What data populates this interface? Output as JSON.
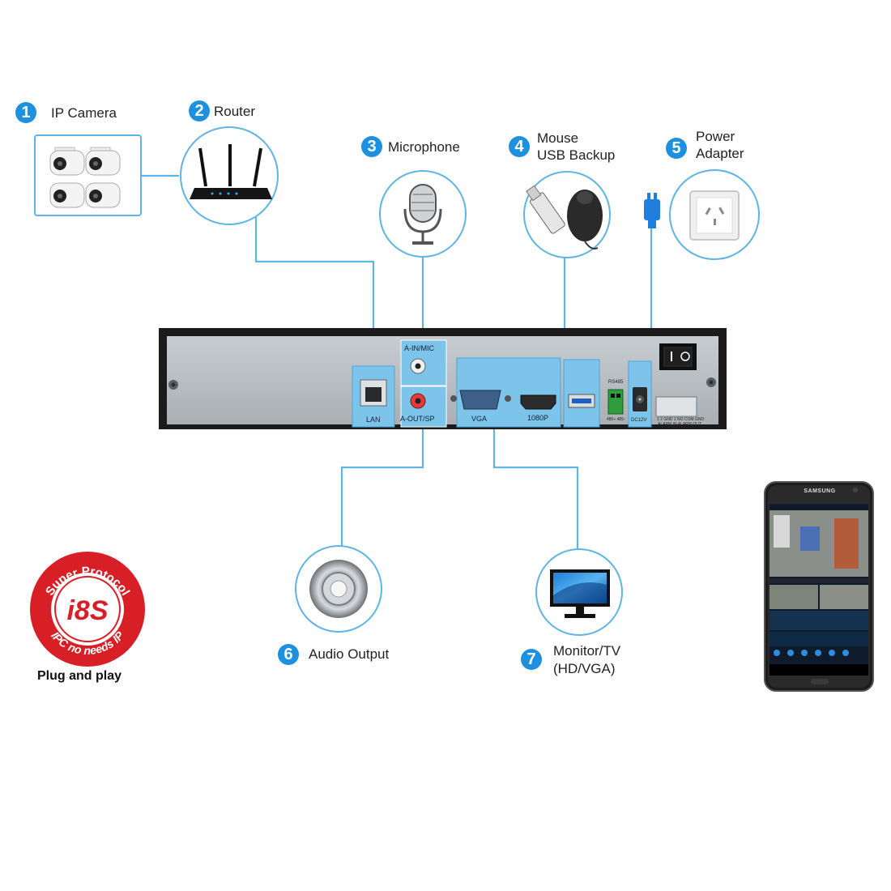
{
  "callouts": [
    {
      "number": "1",
      "label": "IP Camera"
    },
    {
      "number": "2",
      "label": "Router"
    },
    {
      "number": "3",
      "label": "Microphone"
    },
    {
      "number": "4",
      "label_lines": [
        "Mouse",
        "USB Backup"
      ]
    },
    {
      "number": "5",
      "label_lines": [
        "Power",
        "Adapter"
      ]
    },
    {
      "number": "6",
      "label": "Audio Output"
    },
    {
      "number": "7",
      "label_lines": [
        "Monitor/TV",
        "(HD/VGA)"
      ]
    }
  ],
  "panel": {
    "ports": {
      "lan": "LAN",
      "ain_mic": "A-IN/MIC",
      "aout_sp": "A-OUT/SP",
      "vga": "VGA",
      "hdmi": "1080P",
      "rs485": "RS485",
      "rs485_pins": "485+ 485-",
      "dc": "DC12V"
    },
    "alarm_pins": "1 2 GND 1 NO COM GND",
    "alarm_labels": "ALARM IN   ALARM OUT"
  },
  "badge": {
    "top_text": "Super Protocol",
    "center_text": "i8S",
    "bottom_text": "IPC no needs IP",
    "caption": "Plug and play"
  },
  "phone": {
    "brand": "SAMSUNG"
  },
  "colors": {
    "accent": "#1e90e0",
    "line": "#5fb4e3",
    "port_highlight": "#7cc4ea",
    "badge_red": "#d81f26",
    "panel_gray": "#b7bdc1"
  }
}
